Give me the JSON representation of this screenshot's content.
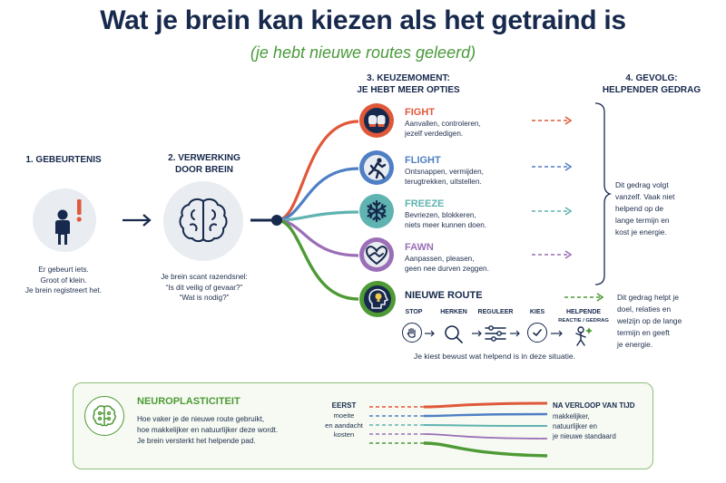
{
  "header": {
    "title": "Wat je brein kan kiezen als het getraind is",
    "subtitle": "(je hebt nieuwe routes geleerd)"
  },
  "colors": {
    "navy": "#17294d",
    "fight": "#e0583a",
    "flight": "#4f7fc4",
    "freeze": "#5fb3b0",
    "fawn": "#9b6fb7",
    "new_route": "#4e9a35"
  },
  "step1": {
    "heading": "1. GEBEURTENIS",
    "lines": [
      "Er gebeurt iets.",
      "Groot of klein.",
      "Je brein registreert het."
    ],
    "icon": "person-alert-icon"
  },
  "step2": {
    "heading_line1": "2. VERWERKING",
    "heading_line2": "DOOR BREIN",
    "lines": [
      "Je brein scant razendsnel:",
      "“Is dit veilig of gevaar?”",
      "“Wat is nodig?”"
    ],
    "icon": "brain-icon"
  },
  "step3": {
    "heading_line1": "3. KEUZEMOMENT:",
    "heading_line2": "JE HEBT MEER OPTIES",
    "options": [
      {
        "key": "fight",
        "title": "FIGHT",
        "desc1": "Aanvallen, controleren,",
        "desc2": "jezelf verdedigen.",
        "icon": "boxing-gloves-icon"
      },
      {
        "key": "flight",
        "title": "FLIGHT",
        "desc1": "Ontsnappen, vermijden,",
        "desc2": "terugtrekken, uitstellen.",
        "icon": "running-person-icon"
      },
      {
        "key": "freeze",
        "title": "FREEZE",
        "desc1": "Bevriezen, blokkeren,",
        "desc2": "niets meer kunnen doen.",
        "icon": "snowflake-icon"
      },
      {
        "key": "fawn",
        "title": "FAWN",
        "desc1": "Aanpassen, pleasen,",
        "desc2": "geen nee durven zeggen.",
        "icon": "handshake-heart-icon"
      }
    ],
    "new_route": {
      "title": "NIEUWE ROUTE",
      "icon": "head-lightbulb-icon",
      "steps": [
        {
          "label": "STOP",
          "icon": "hand-stop-icon"
        },
        {
          "label": "HERKEN",
          "icon": "magnifier-icon"
        },
        {
          "label": "REGULEER",
          "icon": "sliders-icon"
        },
        {
          "label": "KIES",
          "icon": "check-circle-icon"
        },
        {
          "label": "HELPENDE",
          "sublabel": "REACTIE / GEDRAG",
          "icon": "person-sparkle-icon"
        }
      ],
      "caption": "Je kiest bewust wat helpend is in deze situatie."
    }
  },
  "step4": {
    "heading_line1": "4. GEVOLG:",
    "heading_line2": "HELPENDER GEDRAG",
    "old_consequence": [
      "Dit gedrag volgt",
      "vanzelf. Vaak niet",
      "helpend op de",
      "lange termijn en",
      "kost je energie."
    ],
    "new_consequence": [
      "Dit gedrag helpt je",
      "doel, relaties en",
      "welzijn op de lange",
      "termijn en geeft",
      "je energie."
    ]
  },
  "neuro": {
    "title": "NEUROPLASTICITEIT",
    "icon": "brain-circuit-icon",
    "lines": [
      "Hoe vaker je de nieuwe route gebruikt,",
      "hoe makkelijker en natuurlijker deze wordt.",
      "Je brein versterkt het helpende pad."
    ],
    "first_heading": "EERST",
    "first_lines": [
      "moeite",
      "en aandacht",
      "kosten"
    ],
    "later_heading": "NA VERLOOP VAN TIJD",
    "later_lines": [
      "makkelijker,",
      "natuurlijker en",
      "je nieuwe standaard"
    ]
  }
}
